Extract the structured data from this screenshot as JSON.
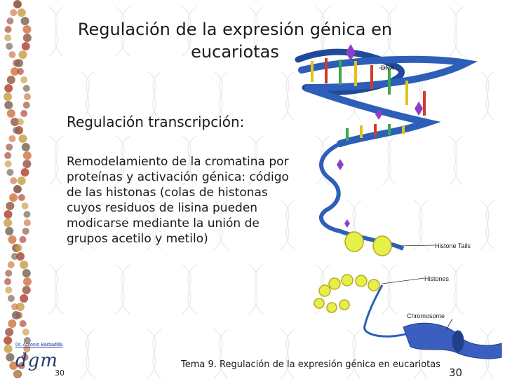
{
  "slide": {
    "title": "Regulación de la expresión génica en eucariotas",
    "subtitle": "Regulación transcripción:",
    "body": "Remodelamiento de la cromatina por proteínas y activación génica: código de las histonas (colas de histonas cuyos residuos de lisina pueden modicarse mediante la unión de grupos acetilo y metilo)",
    "footer": "Tema 9. Regulación de la expresión génica en eucariotas",
    "page_number_left": "30",
    "page_number_right": "30"
  },
  "illustration": {
    "labels": {
      "dna": "DNA",
      "histone_tails": "Histone Tails",
      "histones": "Histones",
      "chromosome": "Chromosome"
    },
    "colors": {
      "dna_strand": "#2d5fb8",
      "histone": "#e6f04a",
      "chromosome": "#3a5fc0",
      "tail_marker": "#8a3fc8"
    }
  },
  "branding": {
    "author_link": "Dr. Antonio Barbadilla",
    "logo_text": "dgm",
    "logo_icon": "dgm-logo-icon"
  },
  "decoration": {
    "left_strip": "dna-double-helix-strip",
    "background": "dna-watermark-pattern"
  }
}
